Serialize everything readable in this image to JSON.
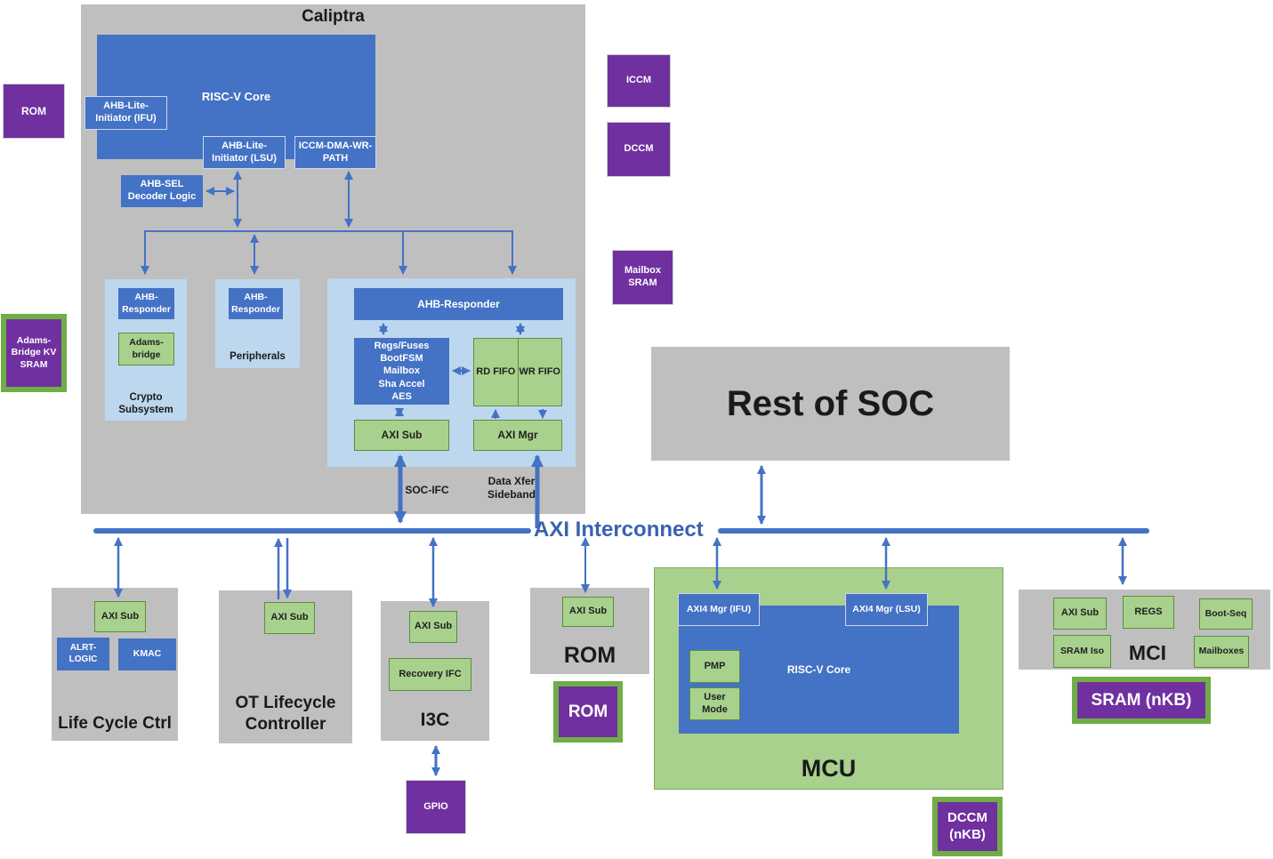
{
  "caliptra": {
    "title": "Caliptra",
    "riscv_core": "RISC-V Core",
    "ahb_ifu": "AHB-Lite-\nInitiator (IFU)",
    "ahb_lsu": "AHB-Lite-\nInitiator (LSU)",
    "iccm_dma": "ICCM-DMA-WR-\nPATH",
    "ahb_sel": "AHB-SEL\nDecoder Logic",
    "crypto": {
      "responder": "AHB-\nResponder",
      "adams_bridge": "Adams-\nbridge",
      "label": "Crypto\nSubsystem"
    },
    "peripherals": {
      "responder": "AHB-\nResponder",
      "label": "Peripherals"
    },
    "soc_ifc": {
      "responder": "AHB-Responder",
      "regs": "Regs/Fuses\nBootFSM\nMailbox\nSha Accel\nAES",
      "rd_fifo": "RD FIFO",
      "wr_fifo": "WR FIFO",
      "axi_sub": "AXI Sub",
      "axi_mgr": "AXI Mgr"
    },
    "soc_ifc_label": "SOC-IFC",
    "data_xfer_label": "Data Xfer\nSideband"
  },
  "memories": {
    "rom_left": "ROM",
    "adams_kv_sram": "Adams-\nBridge KV\nSRAM",
    "iccm": "ICCM",
    "dccm": "DCCM",
    "mailbox_sram": "Mailbox\nSRAM",
    "gpio": "GPIO",
    "rom_bottom": "ROM",
    "dccm_nkb": "DCCM\n(nKB)",
    "sram_nkb": "SRAM (nKB)"
  },
  "rest_of_soc": "Rest of SOC",
  "axi_interconnect": "AXI Interconnect",
  "life_cycle": {
    "axi_sub": "AXI Sub",
    "alrt_logic": "ALRT-\nLOGIC",
    "kmac": "KMAC",
    "label": "Life Cycle Ctrl"
  },
  "ot_lifecycle": {
    "axi_sub": "AXI Sub",
    "label": "OT Lifecycle\nController"
  },
  "i3c": {
    "axi_sub": "AXI Sub",
    "recovery_ifc": "Recovery IFC",
    "label": "I3C"
  },
  "rom_block": {
    "axi_sub": "AXI Sub",
    "label": "ROM"
  },
  "mcu": {
    "axi4_ifu": "AXI4 Mgr (IFU)",
    "axi4_lsu": "AXI4 Mgr (LSU)",
    "riscv_core": "RISC-V Core",
    "pmp": "PMP",
    "user_mode": "User\nMode",
    "label": "MCU"
  },
  "mci": {
    "axi_sub": "AXI Sub",
    "regs": "REGS",
    "boot_seq": "Boot-Seq",
    "sram_iso": "SRAM Iso",
    "mailboxes": "Mailboxes",
    "label": "MCI"
  },
  "colors": {
    "blue": "#4472C4",
    "light_blue": "#BDD7EE",
    "green": "#A9D18E",
    "green_border": "#70AD47",
    "purple": "#7030A0",
    "gray": "#BFBFBF"
  }
}
